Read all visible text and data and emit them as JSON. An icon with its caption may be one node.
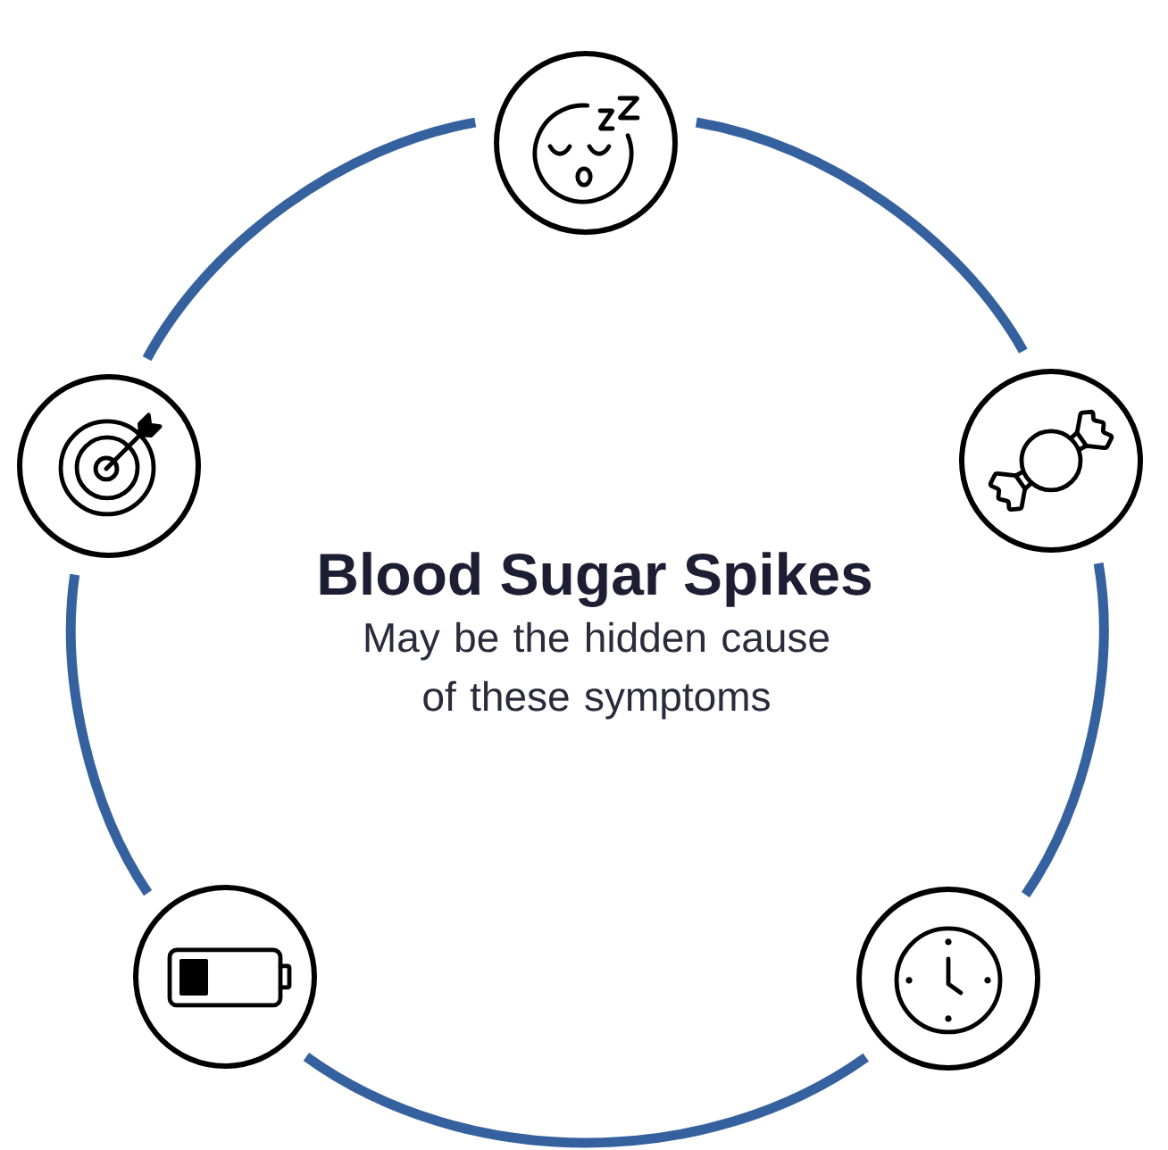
{
  "diagram": {
    "title": "Blood Sugar Spikes",
    "nodes": [
      {
        "text": [],
        "shape": "circle"
      },
      {
        "text": [],
        "shape": "circle"
      },
      {
        "text": [],
        "shape": "circle"
      },
      {
        "text": [],
        "shape": "circle"
      },
      {
        "text": [],
        "shape": "circle"
      }
    ],
    "edges": [
      {
        "from": 0,
        "to": 1,
        "arrow": "none"
      },
      {
        "from": 1,
        "to": 2,
        "arrow": "none"
      },
      {
        "from": 2,
        "to": 3,
        "arrow": "none"
      },
      {
        "from": 3,
        "to": 4,
        "arrow": "none"
      },
      {
        "from": 4,
        "to": 0,
        "arrow": "none"
      }
    ],
    "labels": [
      "May be the hidden cause of these symptoms"
    ]
  }
}
